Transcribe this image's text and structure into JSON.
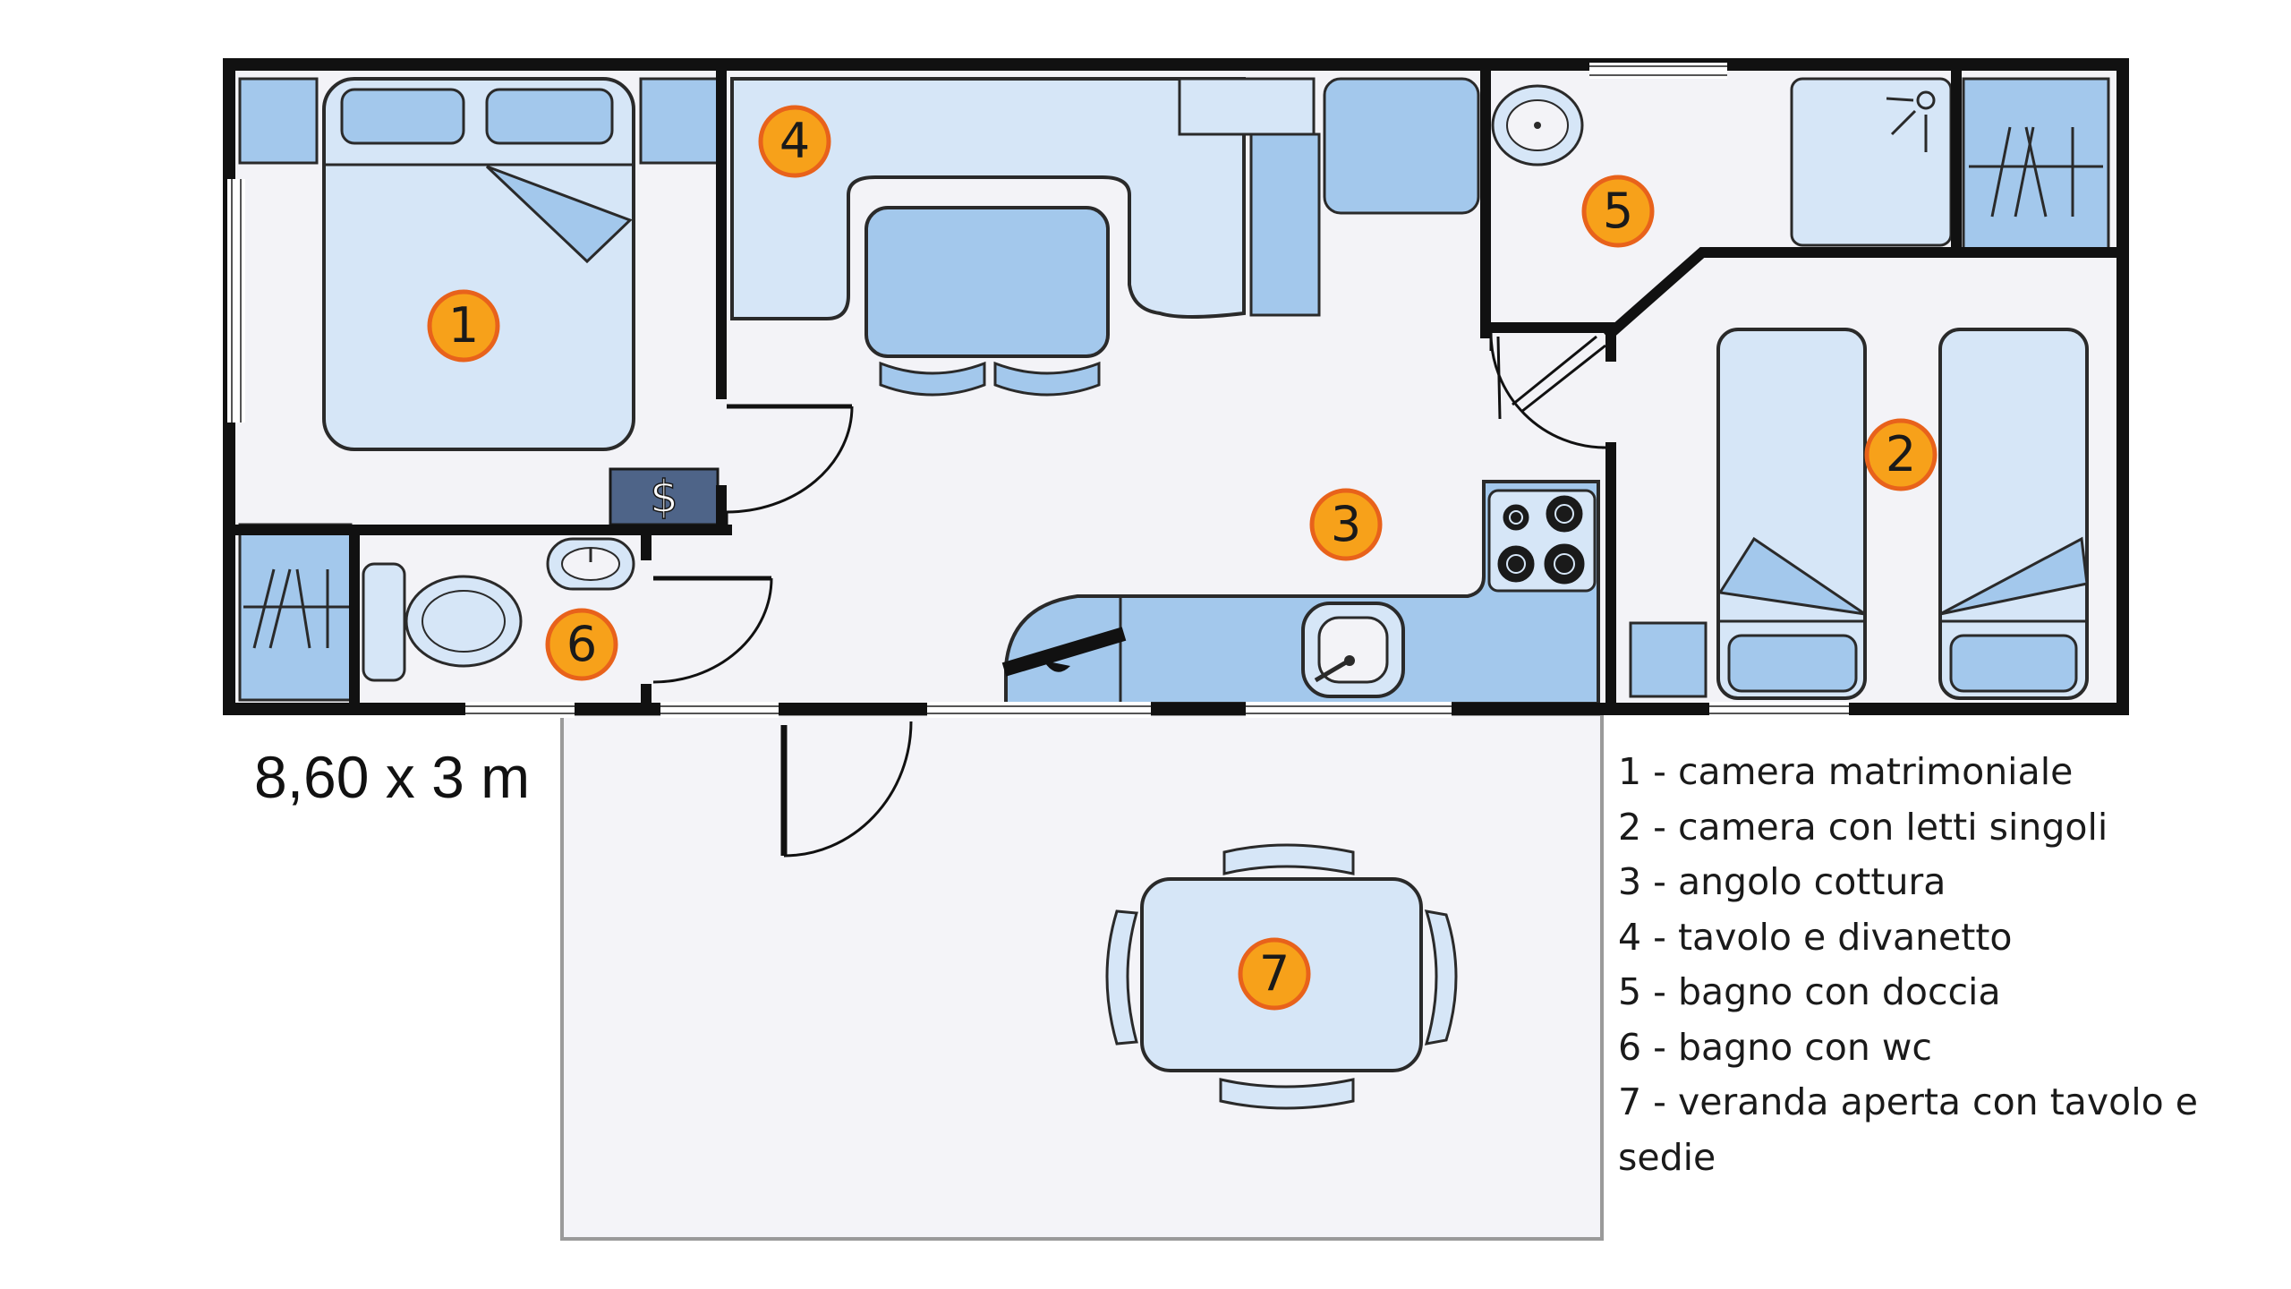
{
  "dimensions": "8,60 x 3 m",
  "room_markers": [
    {
      "id": "1"
    },
    {
      "id": "2"
    },
    {
      "id": "3"
    },
    {
      "id": "4"
    },
    {
      "id": "5"
    },
    {
      "id": "6"
    },
    {
      "id": "7"
    }
  ],
  "safe_symbol": "$",
  "legend": [
    "1 -  camera matrimoniale",
    "2 - camera con letti singoli",
    "3 - angolo cottura",
    "4 - tavolo e divanetto",
    "5 - bagno con doccia",
    "6 - bagno con wc",
    "7 - veranda aperta con tavolo e sedie"
  ],
  "colors": {
    "wall": "#111111",
    "floor": "#f3f3f7",
    "furniture_light": "#d6e6f7",
    "furniture_mid": "#a3c8ec",
    "safe": "#4e6488",
    "marker_fill": "#f7a11a",
    "marker_stroke": "#e8621b",
    "veranda_border": "#9a9a9a"
  }
}
